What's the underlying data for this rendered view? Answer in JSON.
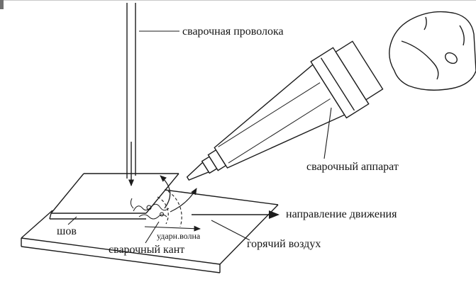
{
  "meta": {
    "background": "#ffffff",
    "ink": "#1c1c1c"
  },
  "labels": {
    "welding_wire": "сварочная проволока",
    "welding_apparatus": "сварочный аппарат",
    "movement_direction": "направление движения",
    "hot_air": "горячий воздух",
    "shock_wave": "ударн.волна",
    "seam": "шов",
    "weld_edge": "сварочный кант"
  }
}
